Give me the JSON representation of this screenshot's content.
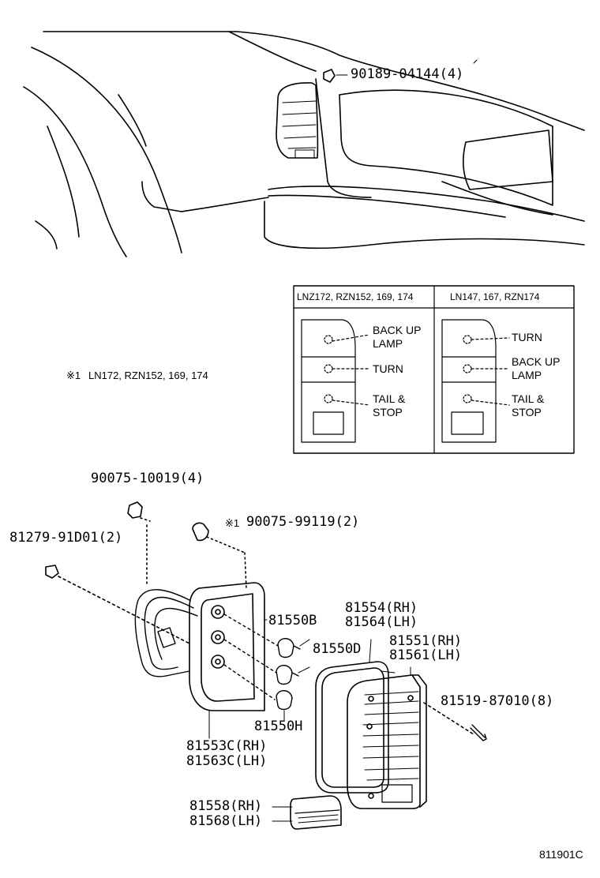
{
  "callouts": {
    "clip_top": "90189-04144(4)",
    "nut_a": "90075-10019(4)",
    "nut_b": "90075-99119(2)",
    "nut_b_mark": "※1",
    "screw_left": "81279-91D01(2)",
    "bulb_b": "81550B",
    "bulb_d": "81550D",
    "bulb_h": "81550H",
    "gasket_rh": "81554(RH)",
    "gasket_lh": "81564(LH)",
    "lens_rh": "81551(RH)",
    "lens_lh": "81561(LH)",
    "screw_right": "81519-87010(8)",
    "socket_rh": "81553C(RH)",
    "socket_lh": "81563C(LH)",
    "lamp_rh": "81558(RH)",
    "lamp_lh": "81568(LH)"
  },
  "note": {
    "mark": "※1",
    "models": "LN172, RZN152, 169, 174"
  },
  "table": {
    "col1_header": "LNZ172, RZN152, 169, 174",
    "col2_header": "LN147, 167, RZN174",
    "col1_labels": [
      "BACK UP\nLAMP",
      "TURN",
      "TAIL &\nSTOP"
    ],
    "col2_labels": [
      "TURN",
      "BACK UP\nLAMP",
      "TAIL &\nSTOP"
    ]
  },
  "figure_code": "811901C"
}
